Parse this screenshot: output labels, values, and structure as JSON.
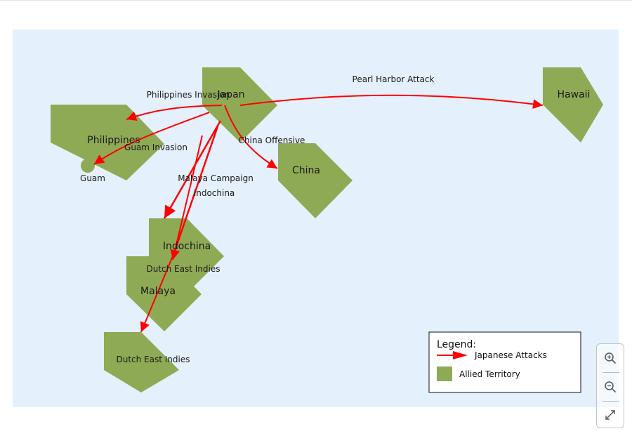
{
  "map": {
    "background_color": "#e4f0fc",
    "territory_color": "#8faa55",
    "attack_color": "#ff0000",
    "territories": [
      {
        "id": "japan",
        "label": "Japan"
      },
      {
        "id": "philippines",
        "label": "Philippines"
      },
      {
        "id": "guam",
        "label": "Guam"
      },
      {
        "id": "china",
        "label": "China"
      },
      {
        "id": "hawaii",
        "label": "Hawaii"
      },
      {
        "id": "indochina",
        "label": "Indochina"
      },
      {
        "id": "malaya",
        "label": "Malaya"
      },
      {
        "id": "dutch_east_indies",
        "label": "Dutch East Indies"
      }
    ],
    "attacks": [
      {
        "id": "philippines_invasion",
        "label": "Philippines Invasion",
        "from": "japan",
        "to": "philippines"
      },
      {
        "id": "guam_invasion",
        "label": "Guam Invasion",
        "from": "japan",
        "to": "guam"
      },
      {
        "id": "china_offensive",
        "label": "China Offensive",
        "from": "japan",
        "to": "china"
      },
      {
        "id": "pearl_harbor_attack",
        "label": "Pearl Harbor Attack",
        "from": "japan",
        "to": "hawaii"
      },
      {
        "id": "malaya_campaign",
        "label": "Malaya Campaign",
        "from": "japan",
        "to": "malaya"
      },
      {
        "id": "indochina",
        "label": "Indochina",
        "from": "japan",
        "to": "indochina"
      },
      {
        "id": "dutch_east_indies",
        "label": "Dutch East Indies",
        "from": "malaya",
        "to": "dutch_east_indies"
      }
    ]
  },
  "legend": {
    "title": "Legend:",
    "items": [
      {
        "label": "Japanese Attacks",
        "symbol": "red-arrow"
      },
      {
        "label": "Allied Territory",
        "symbol": "green-square"
      }
    ]
  },
  "zoom_controls": {
    "zoom_in": "zoom-in-icon",
    "zoom_out": "zoom-out-icon",
    "fit": "expand-icon"
  }
}
